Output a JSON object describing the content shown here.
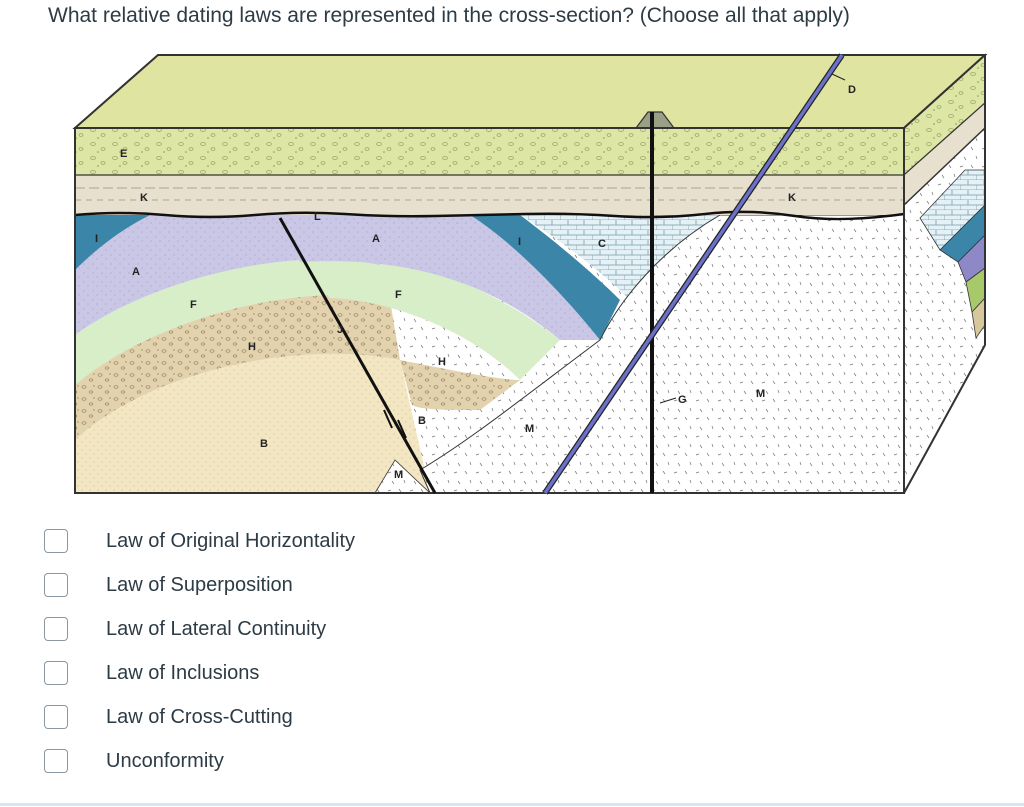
{
  "question": "What relative dating laws are represented in the cross-section? (Choose all that apply)",
  "diagram": {
    "labels": {
      "E": "E",
      "K": "K",
      "K2": "K",
      "L": "L",
      "A": "A",
      "A2": "A",
      "I": "I",
      "I2": "I",
      "C": "C",
      "F": "F",
      "F2": "F",
      "H": "H",
      "H2": "H",
      "J": "J",
      "B": "B",
      "B2": "B",
      "M": "M",
      "M2": "M",
      "M3": "M",
      "G": "G",
      "D": "D"
    }
  },
  "options": [
    {
      "label": "Law of Original Horizontality",
      "checked": false
    },
    {
      "label": "Law of Superposition",
      "checked": false
    },
    {
      "label": "Law of Lateral Continuity",
      "checked": false
    },
    {
      "label": "Law of Inclusions",
      "checked": false
    },
    {
      "label": "Law of Cross-Cutting",
      "checked": false
    },
    {
      "label": "Unconformity",
      "checked": false
    }
  ]
}
